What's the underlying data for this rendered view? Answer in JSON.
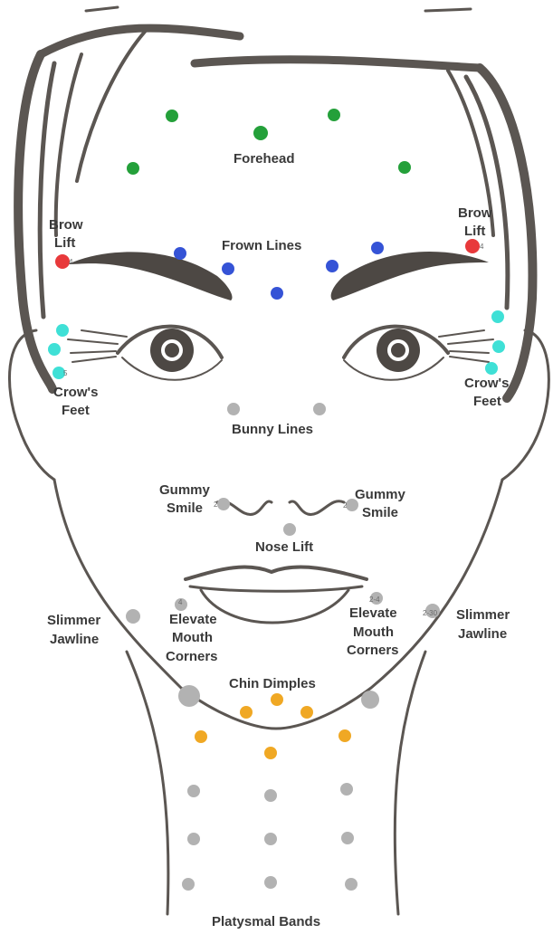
{
  "colors": {
    "forehead": "#24a03a",
    "frown": "#3553d6",
    "brow": "#e8393b",
    "crows": "#3fe0d6",
    "gray": "#b2b2b2",
    "chin": "#f0a824",
    "outline": "#5b5652"
  },
  "labels": {
    "forehead": "Forehead",
    "frown_lines": "Frown Lines",
    "brow_lift_l1": "Brow",
    "brow_lift_l2": "Lift",
    "brow_lift_r1": "Brow",
    "brow_lift_r2": "Lift",
    "crows_feet_l1": "Crow's",
    "crows_feet_l2": "Feet",
    "crows_feet_r1": "Crow's",
    "crows_feet_r2": "Feet",
    "bunny_lines": "Bunny Lines",
    "gummy_smile_l1": "Gummy",
    "gummy_smile_l2": "Smile",
    "gummy_smile_r1": "Gummy",
    "gummy_smile_r2": "Smile",
    "nose_lift": "Nose Lift",
    "slimmer_jawline_l1": "Slimmer",
    "slimmer_jawline_l2": "Jawline",
    "slimmer_jawline_r1": "Slimmer",
    "slimmer_jawline_r2": "Jawline",
    "elevate_l1": "Elevate",
    "elevate_l2": "Mouth",
    "elevate_l3": "Corners",
    "elevate_r1": "Elevate",
    "elevate_r2": "Mouth",
    "elevate_r3": "Corners",
    "chin_dimples": "Chin Dimples",
    "platysmal_bands": "Platysmal Bands"
  },
  "point_labels": {
    "brow_left": "4",
    "brow_right": "4",
    "crow_left": "5",
    "gummy_left": "2",
    "gummy_right": "2",
    "elevate_left": "4",
    "elevate_right": "2-4",
    "jaw_right": "2-30"
  }
}
